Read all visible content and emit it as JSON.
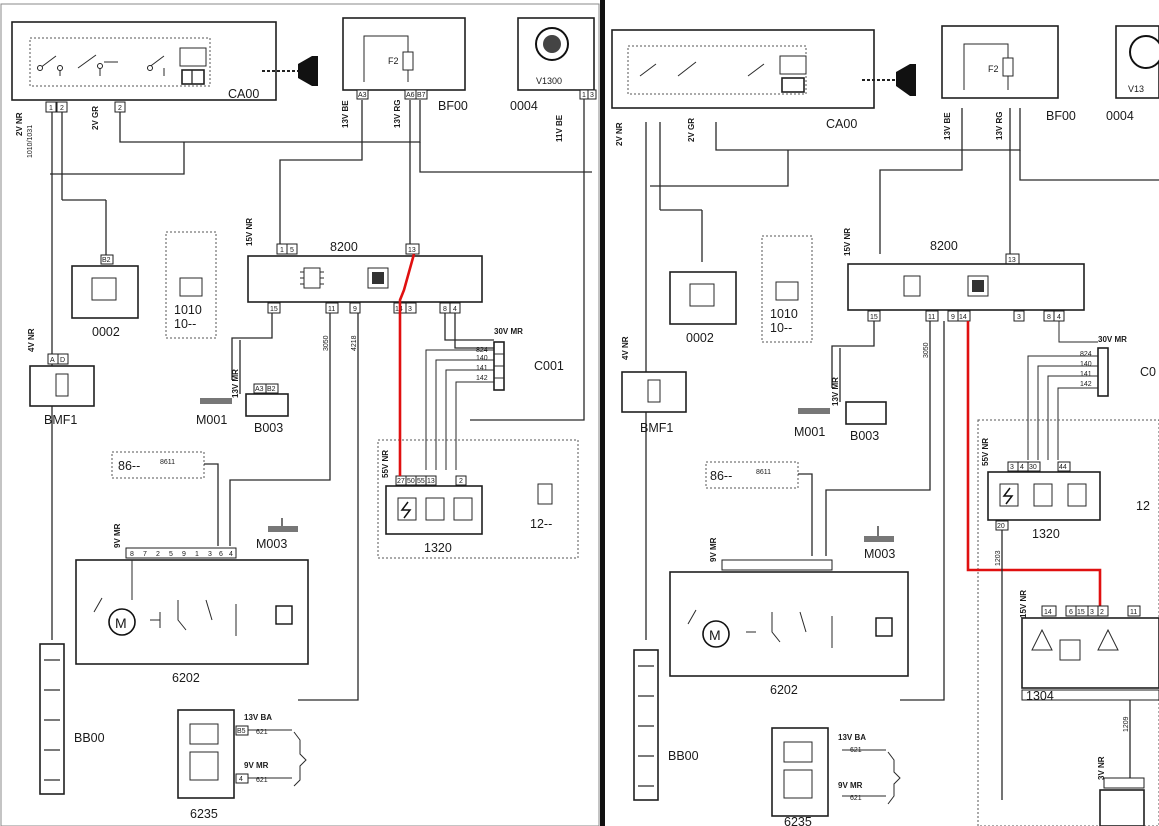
{
  "left": {
    "comp": {
      "CA00": "CA00",
      "BF00": "BF00",
      "V1300": "V1300",
      "c0004": "0004",
      "c8200": "8200",
      "c0002": "0002",
      "c1010": "1010",
      "c10dash": "10--",
      "BMF1": "BMF1",
      "M001": "M001",
      "B003": "B003",
      "C001": "C001",
      "c86": "86--",
      "M003": "M003",
      "c1320": "1320",
      "c12": "12--",
      "c6202": "6202",
      "BB00": "BB00",
      "c6235": "6235"
    },
    "wires": {
      "w2vnr": "2V NR",
      "w2vgr": "2V GR",
      "w13vbe": "13V BE",
      "w13vrg": "13V RG",
      "w11vbe": "11V BE",
      "w15vnr": "15V NR",
      "w4vnr": "4V NR",
      "w13vmr": "13V MR",
      "w30vmr": "30V MR",
      "w55vnr": "55V NR",
      "w9vmr": "9V MR",
      "w13vba": "13V BA",
      "w9vmr2": "9V MR",
      "f2": "F2"
    },
    "pins": {
      "ca1": "1",
      "ca2": "2",
      "ca2b": "2",
      "bfA3": "A3",
      "bfA6": "A6",
      "bfB7": "B7",
      "v1": "1",
      "v3": "3",
      "p1": "1",
      "p5": "5",
      "p13": "13",
      "p15": "15",
      "p11": "11",
      "p9": "9",
      "p14": "14",
      "p3": "3",
      "p8": "8",
      "p4": "4",
      "pB2": "B2",
      "bA": "A",
      "bD": "D",
      "mA3": "A3",
      "mB2": "B2",
      "r27": "27",
      "r50": "50",
      "r55": "55",
      "r13": "13",
      "r2": "2",
      "m8": "8",
      "m7": "7",
      "m2": "2",
      "m5": "5",
      "m9": "9",
      "m1": "1",
      "m3": "3",
      "m6": "6",
      "m4": "4",
      "e85": "B5",
      "e4": "4"
    },
    "nums": {
      "n1010": "1010/1031",
      "n1031": "1031",
      "n824": "824",
      "n140": "140",
      "n141": "141",
      "n142": "142",
      "n8611": "8611",
      "n621": "621",
      "n6212": "621",
      "n3050": "3050",
      "n4218": "4218"
    }
  },
  "right": {
    "comp": {
      "CA00": "CA00",
      "BF00": "BF00",
      "V13": "V13",
      "c0004": "0004",
      "c8200": "8200",
      "c0002": "0002",
      "c1010": "1010",
      "c10dash": "10--",
      "BMF1": "BMF1",
      "M001": "M001",
      "B003": "B003",
      "C00": "C0",
      "c86": "86--",
      "M003": "M003",
      "c1320": "1320",
      "c12": "12",
      "c6202": "6202",
      "BB00": "BB00",
      "c6235": "6235",
      "c1304": "1304"
    },
    "wires": {
      "w2vnr": "2V NR",
      "w2vgr": "2V GR",
      "w13vbe": "13V BE",
      "w13vrg": "13V RG",
      "w15vnr": "15V NR",
      "w4vnr": "4V NR",
      "w13vmr": "13V MR",
      "w30vmr": "30V MR",
      "w55vnr": "55V NR",
      "w9vmr": "9V MR",
      "w13vba": "13V BA",
      "w9vmr2": "9V MR",
      "w15vnr2": "15V NR",
      "w3vnr": "3V NR",
      "f2": "F2"
    },
    "pins": {
      "p9": "9",
      "p14": "14",
      "p3": "3",
      "p8": "8",
      "p4": "4",
      "p13": "13",
      "p15": "15",
      "p11": "11",
      "r3": "3",
      "r4": "4",
      "r30": "30",
      "r44": "44",
      "r20": "20",
      "k14": "14",
      "k6": "6",
      "k15": "15",
      "k3": "3",
      "k2": "2",
      "k11": "11"
    },
    "nums": {
      "n824": "824",
      "n140": "140",
      "n141": "141",
      "n142": "142",
      "n8611": "8611",
      "n621": "621",
      "n6212": "621",
      "n3050": "3050",
      "n1203": "1203",
      "n1209": "1209"
    }
  }
}
